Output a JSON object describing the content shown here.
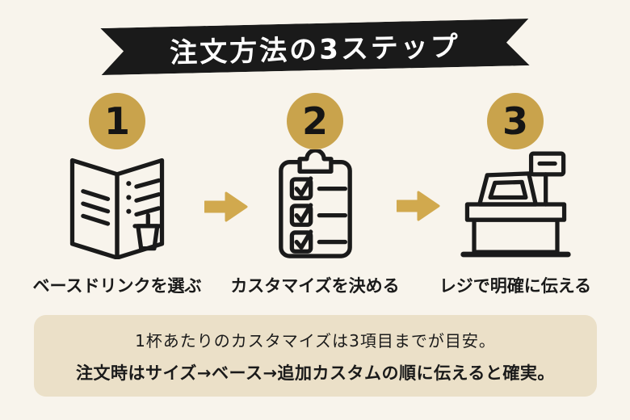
{
  "title": {
    "text": "注文方法の3ステップ"
  },
  "steps": [
    {
      "number": "1",
      "label": "ベースドリンクを選ぶ",
      "icon": "menu-book-icon"
    },
    {
      "number": "2",
      "label": "カスタマイズを決める",
      "icon": "checklist-clipboard-icon"
    },
    {
      "number": "3",
      "label": "レジで明確に伝える",
      "icon": "cash-register-icon"
    }
  ],
  "arrows": [
    {
      "direction": "right"
    },
    {
      "direction": "right"
    }
  ],
  "note": {
    "line1": "1杯あたりのカスタマイズは3項目までが目安。",
    "line2": "注文時はサイズ→ベース→追加カスタムの順に伝えると確実。"
  },
  "colors": {
    "background": "#f8f4ec",
    "ribbon": "#1a1a1a",
    "ribbon_text": "#ffffff",
    "badge_gold": "#c9a34c",
    "arrow_gold": "#d1a94e",
    "note_bg": "#ebe0c8",
    "text": "#1a1a1a"
  }
}
